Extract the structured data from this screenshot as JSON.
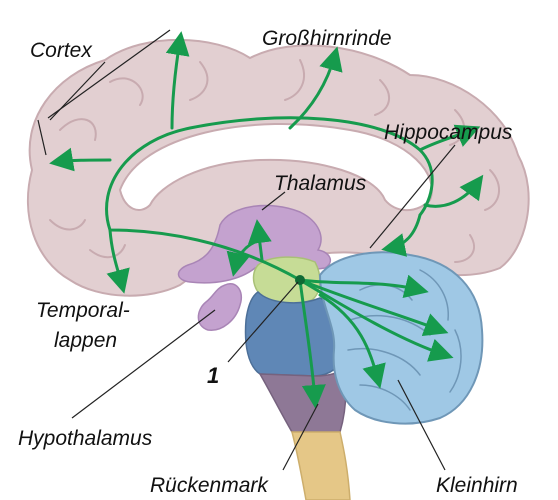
{
  "labels": {
    "cortex": "Cortex",
    "grosshirnrinde": "Großhirnrinde",
    "hippocampus": "Hippocampus",
    "thalamus": "Thalamus",
    "temporal_line1": "Temporal-",
    "temporal_line2": "lappen",
    "marker": "1",
    "hypothalamus": "Hypothalamus",
    "rueckenmark": "Rückenmark",
    "kleinhirn": "Kleinhirn"
  },
  "colors": {
    "cortex": "#e2cfd1",
    "cortex_fold": "#c8abb0",
    "thalamus_region": "#c4a2cf",
    "midbrain": "#c6dc96",
    "pons": "#5f87b6",
    "medulla": "#8e7896",
    "spinal_cord": "#e5c787",
    "cerebellum": "#9fc8e5",
    "pathway": "#169b4d"
  },
  "icons": [
    "arrowhead-icon"
  ]
}
